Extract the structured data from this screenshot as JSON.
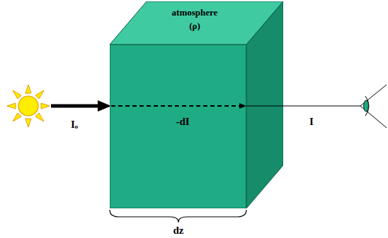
{
  "diagram": {
    "nodes": [
      {
        "text": [
          "atmosphere",
          "(ρ)"
        ]
      }
    ],
    "labels": [
      "Iₒ",
      "-dI",
      "I",
      "dz"
    ]
  }
}
